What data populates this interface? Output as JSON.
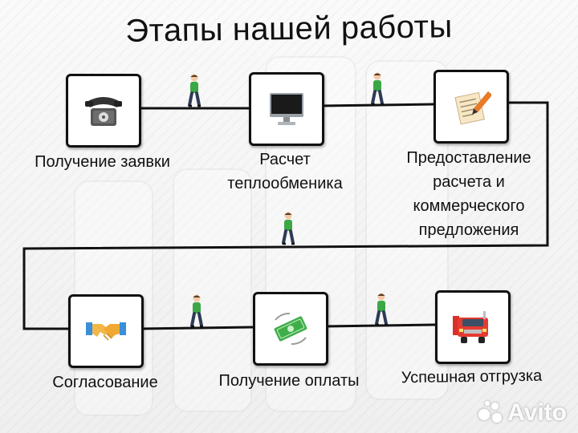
{
  "title": "Этапы нашей работы",
  "steps": [
    {
      "label": "Получение заявки",
      "icon": "telephone-icon"
    },
    {
      "label": "Расчет\nтеплообменика",
      "icon": "monitor-icon"
    },
    {
      "label": "Предоставление\nрасчета и\nкоммерческого\nпредложения",
      "icon": "document-pen-icon"
    },
    {
      "label": "Согласование",
      "icon": "handshake-icon"
    },
    {
      "label": "Получение оплаты",
      "icon": "money-icon"
    },
    {
      "label": "Успешная отгрузка",
      "icon": "truck-icon"
    }
  ],
  "watermark": "Avito",
  "colors": {
    "line": "#111111",
    "walker_shirt": "#3aa845",
    "money": "#3fae49",
    "truck": "#d9312a"
  }
}
